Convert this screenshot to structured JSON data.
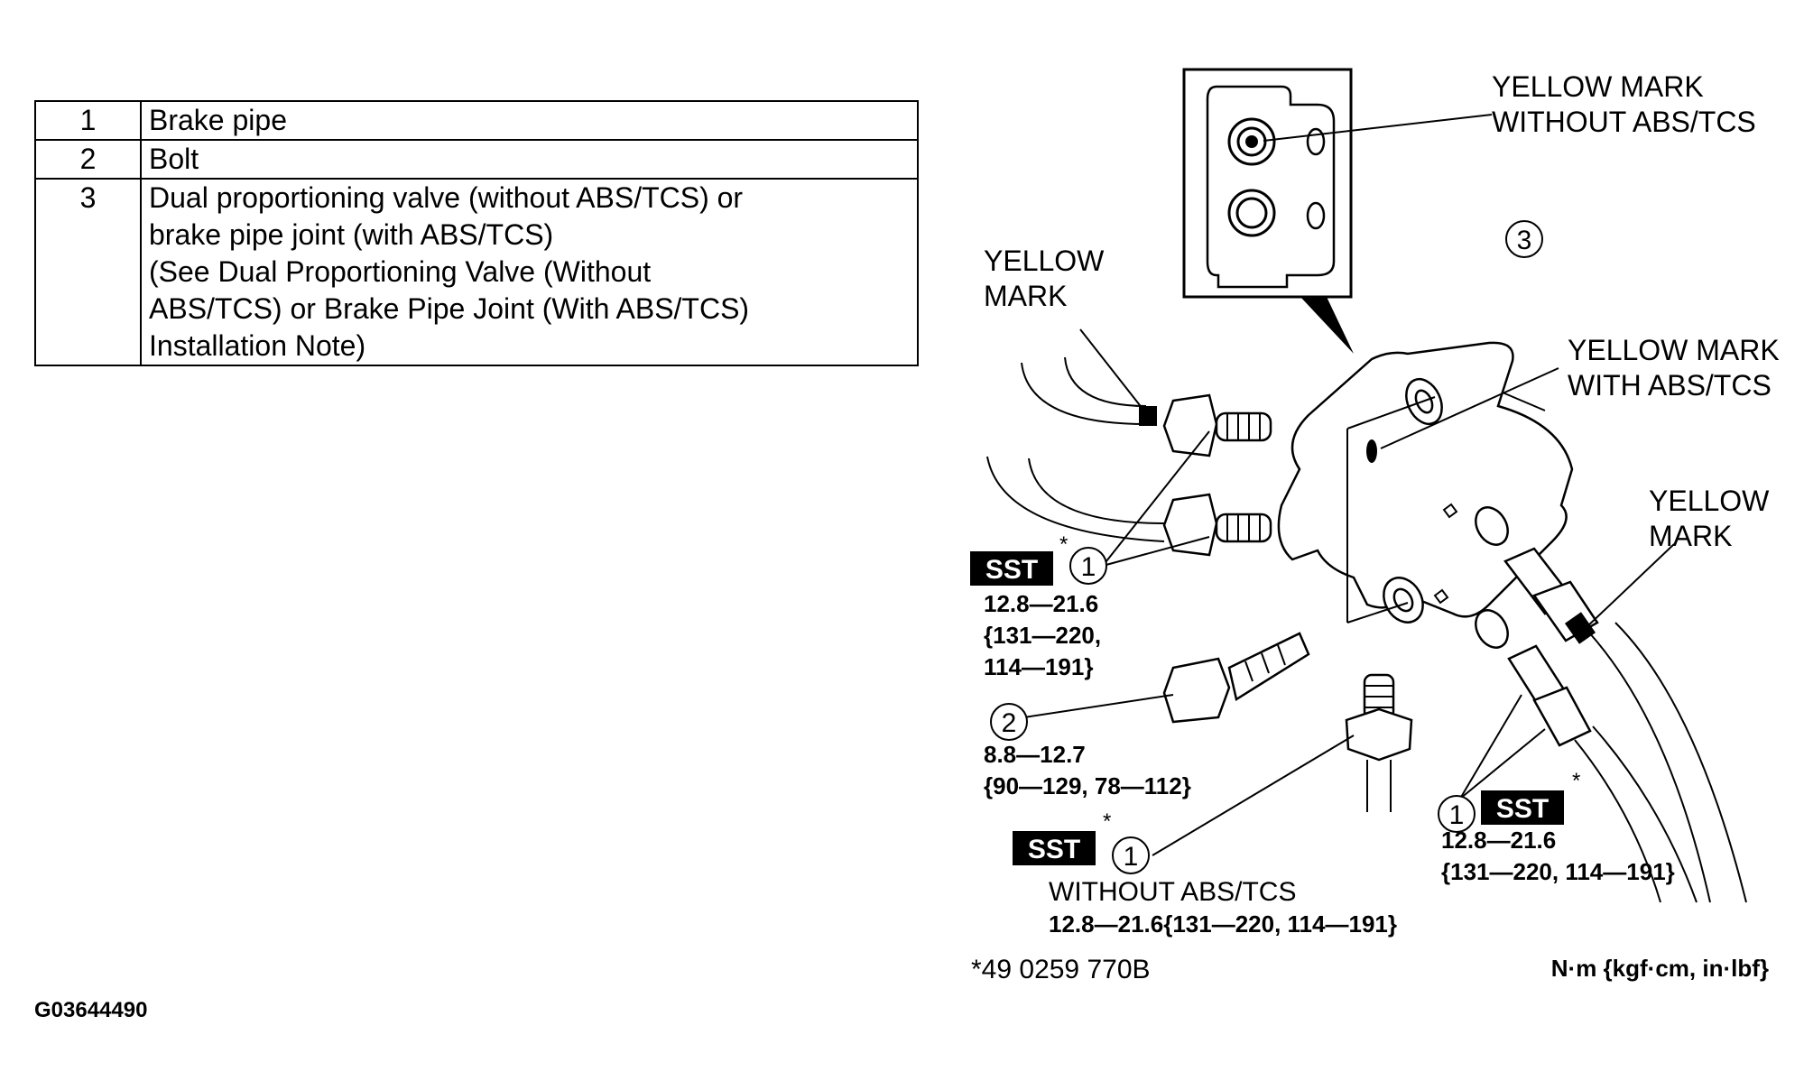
{
  "legend": {
    "rows": [
      {
        "num": "1",
        "desc": "Brake pipe"
      },
      {
        "num": "2",
        "desc": "Bolt"
      },
      {
        "num": "3",
        "desc": "Dual proportioning valve (without ABS/TCS) or\nbrake pipe joint (with ABS/TCS)\n (See Dual Proportioning Valve (Without\nABS/TCS) or Brake Pipe Joint (With ABS/TCS)\nInstallation Note)"
      }
    ]
  },
  "callouts": {
    "inset_mark_line1": "YELLOW MARK",
    "inset_mark_line2": "WITHOUT ABS/TCS",
    "left_mark_line1": "YELLOW",
    "left_mark_line2": "MARK",
    "body_mark_line1": "YELLOW MARK",
    "body_mark_line2": "WITH ABS/TCS",
    "right_mark_line1": "YELLOW",
    "right_mark_line2": "MARK"
  },
  "part_numbers": {
    "p1": "1",
    "p2": "2",
    "p3": "3"
  },
  "sst_label": "SST",
  "asterisk": "*",
  "torques": {
    "upper_left_line1": "12.8—21.6",
    "upper_left_line2": "{131—220,",
    "upper_left_line3": "114—191}",
    "bolt_line1": "8.8—12.7",
    "bolt_line2": "{90—129, 78—112}",
    "lower_right_line1": "12.8—21.6",
    "lower_right_line2": "{131—220, 114—191}",
    "without_abs_label": "WITHOUT ABS/TCS",
    "without_abs_value": "12.8—21.6{131—220, 114—191}"
  },
  "footnote": "*49 0259 770B",
  "units": "N·m {kgf·cm, in·lbf}",
  "figure_id": "G03644490"
}
